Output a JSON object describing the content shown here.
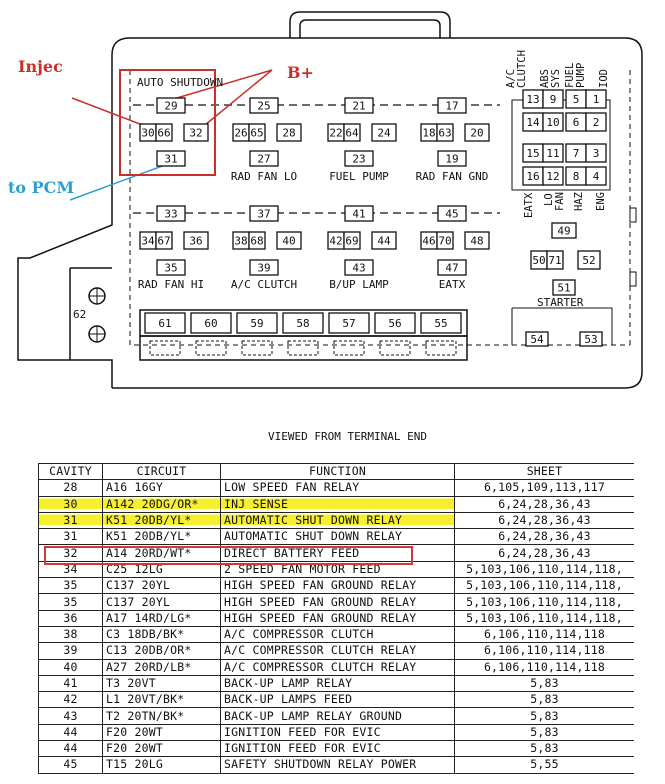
{
  "annotations": {
    "injec": "Injec",
    "b_plus": "B+",
    "to_pcm": "to PCM",
    "colors": {
      "red": "#c9302c",
      "blue": "#2a9fd6",
      "highlight": "#f6ef2d"
    }
  },
  "diagram": {
    "auto_shutdown": "AUTO SHUTDOWN",
    "side_header_ac": "A/C",
    "side_header_clutch": "CLUTCH",
    "side_header_abs": "ABS",
    "side_header_sys": "SYS",
    "side_header_fuel": "FUEL",
    "side_header_pump": "PUMP",
    "side_header_iod": "IOD",
    "side_footer_eatx": "EATX",
    "side_footer_lo": "LO",
    "side_footer_fan": "FAN",
    "side_footer_haz": "HAZ",
    "side_footer_eng": "ENG",
    "grid_rows": [
      [
        "13",
        "9",
        "5",
        "1"
      ],
      [
        "14",
        "10",
        "6",
        "2"
      ],
      [
        "15",
        "11",
        "7",
        "3"
      ],
      [
        "16",
        "12",
        "8",
        "4"
      ]
    ],
    "relay_row1_top": [
      "29",
      "25",
      "21",
      "17"
    ],
    "relay_row1_mid": [
      [
        "30",
        "66",
        "32"
      ],
      [
        "26",
        "65",
        "28"
      ],
      [
        "22",
        "64",
        "24"
      ],
      [
        "18",
        "63",
        "20"
      ]
    ],
    "relay_row1_bot": [
      "31",
      "27",
      "23",
      "19"
    ],
    "relay_row1_labels": [
      "",
      "RAD FAN LO",
      "FUEL PUMP",
      "RAD FAN GND"
    ],
    "relay_row2_top": [
      "33",
      "37",
      "41",
      "45"
    ],
    "relay_row2_mid": [
      [
        "34",
        "67",
        "36"
      ],
      [
        "38",
        "68",
        "40"
      ],
      [
        "42",
        "69",
        "44"
      ],
      [
        "46",
        "70",
        "48"
      ]
    ],
    "relay_row2_bot": [
      "35",
      "39",
      "43",
      "47"
    ],
    "relay_row2_labels": [
      "RAD FAN HI",
      "A/C CLUTCH",
      "B/UP LAMP",
      "EATX"
    ],
    "cell_49": "49",
    "cells_50_52": [
      "50",
      "71",
      "52"
    ],
    "cell_51": "51",
    "starter": "STARTER",
    "starter_pins": [
      "54",
      "53"
    ],
    "connector_62": "62",
    "bottom_row": [
      "61",
      "60",
      "59",
      "58",
      "57",
      "56",
      "55"
    ],
    "viewed_from": "VIEWED FROM TERMINAL END"
  },
  "table": {
    "headers": [
      "CAVITY",
      "CIRCUIT",
      "FUNCTION",
      "SHEET"
    ],
    "rows": [
      {
        "cavity": "28",
        "circuit": "A16 16GY",
        "function": "LOW SPEED FAN RELAY",
        "sheet": "6,105,109,113,117",
        "hl": ""
      },
      {
        "cavity": "30",
        "circuit": "A142 20DG/OR*",
        "function": "INJ SENSE",
        "sheet": "6,24,28,36,43",
        "hl": "yellow"
      },
      {
        "cavity": "31",
        "circuit": "K51 20DB/YL*",
        "function": "AUTOMATIC SHUT DOWN RELAY",
        "sheet": "6,24,28,36,43",
        "hl": "yellow"
      },
      {
        "cavity": "31",
        "circuit": "K51 20DB/YL*",
        "function": "AUTOMATIC SHUT DOWN RELAY",
        "sheet": "6,24,28,36,43",
        "hl": ""
      },
      {
        "cavity": "32",
        "circuit": "A14 20RD/WT*",
        "function": "DIRECT BATTERY FEED",
        "sheet": "6,24,28,36,43",
        "hl": "box"
      },
      {
        "cavity": "34",
        "circuit": "C25 12LG",
        "function": "2 SPEED FAN MOTOR FEED",
        "sheet": "5,103,106,110,114,118,",
        "hl": ""
      },
      {
        "cavity": "35",
        "circuit": "C137 20YL",
        "function": "HIGH SPEED FAN GROUND RELAY",
        "sheet": "5,103,106,110,114,118,",
        "hl": ""
      },
      {
        "cavity": "35",
        "circuit": "C137 20YL",
        "function": "HIGH SPEED FAN GROUND RELAY",
        "sheet": "5,103,106,110,114,118,",
        "hl": ""
      },
      {
        "cavity": "36",
        "circuit": "A17 14RD/LG*",
        "function": "HIGH SPEED FAN GROUND RELAY",
        "sheet": "5,103,106,110,114,118,",
        "hl": ""
      },
      {
        "cavity": "38",
        "circuit": "C3 18DB/BK*",
        "function": "A/C COMPRESSOR CLUTCH",
        "sheet": "6,106,110,114,118",
        "hl": ""
      },
      {
        "cavity": "39",
        "circuit": "C13 20DB/OR*",
        "function": "A/C COMPRESSOR CLUTCH RELAY",
        "sheet": "6,106,110,114,118",
        "hl": ""
      },
      {
        "cavity": "40",
        "circuit": "A27 20RD/LB*",
        "function": "A/C COMPRESSOR CLUTCH RELAY",
        "sheet": "6,106,110,114,118",
        "hl": ""
      },
      {
        "cavity": "41",
        "circuit": "T3 20VT",
        "function": "BACK-UP LAMP RELAY",
        "sheet": "5,83",
        "hl": ""
      },
      {
        "cavity": "42",
        "circuit": "L1 20VT/BK*",
        "function": "BACK-UP LAMPS FEED",
        "sheet": "5,83",
        "hl": ""
      },
      {
        "cavity": "43",
        "circuit": "T2 20TN/BK*",
        "function": "BACK-UP LAMP RELAY GROUND",
        "sheet": "5,83",
        "hl": ""
      },
      {
        "cavity": "44",
        "circuit": "F20 20WT",
        "function": "IGNITION FEED FOR EVIC",
        "sheet": "5,83",
        "hl": ""
      },
      {
        "cavity": "44",
        "circuit": "F20 20WT",
        "function": "IGNITION FEED FOR EVIC",
        "sheet": "5,83",
        "hl": ""
      },
      {
        "cavity": "45",
        "circuit": "T15 20LG",
        "function": "SAFETY SHUTDOWN RELAY POWER",
        "sheet": "5,55",
        "hl": ""
      }
    ]
  }
}
